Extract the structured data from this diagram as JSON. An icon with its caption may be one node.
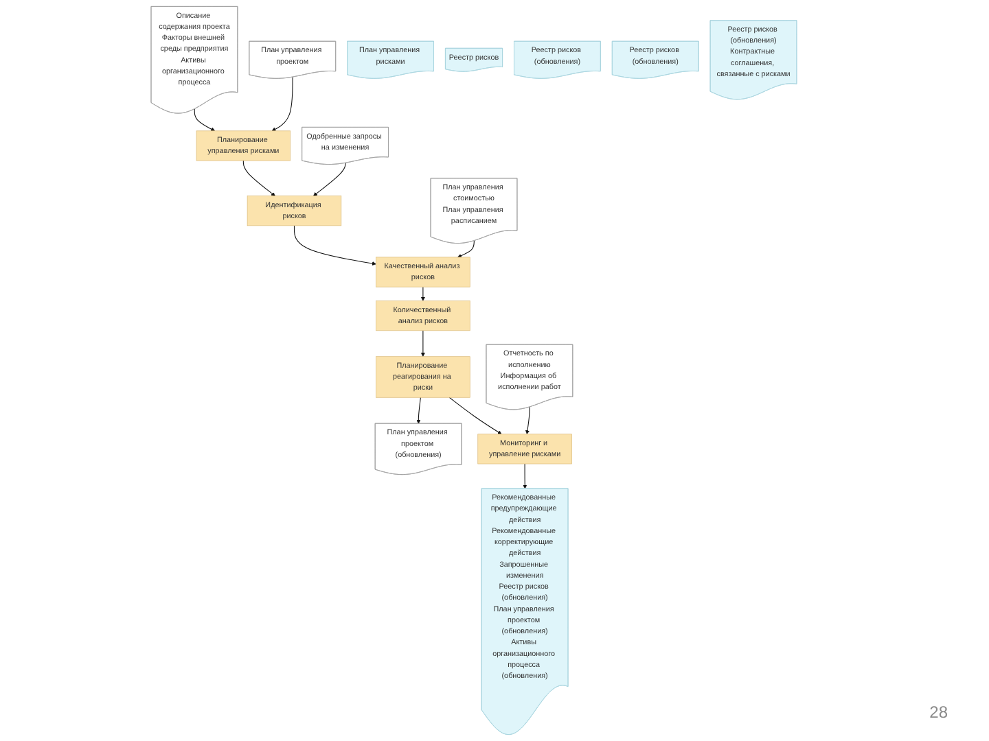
{
  "diagram": {
    "nodes": [
      {
        "text": [
          "Описание содержания проекта",
          "Факторы внешней среды предприятия",
          "Активы организационного процесса"
        ]
      },
      {
        "text": [
          "Планирование управления рисками"
        ]
      },
      {
        "text": [
          "План управления проектом"
        ]
      },
      {
        "text": [
          "План управления рисками"
        ]
      },
      {
        "text": [
          "Идентификация рисков"
        ]
      },
      {
        "text": [
          "Одобренные запросы на изменения"
        ]
      },
      {
        "text": [
          "Реестр рисков"
        ]
      },
      {
        "text": [
          "План управления стоимостью",
          "План управления расписанием"
        ]
      },
      {
        "text": [
          "Качественный анализ рисков"
        ]
      },
      {
        "text": [
          "Реестр рисков (обновления)"
        ]
      },
      {
        "text": [
          "Количественный анализ рисков"
        ]
      },
      {
        "text": [
          "Реестр рисков (обновления)"
        ]
      },
      {
        "text": [
          "Планирование реагирования на риски"
        ]
      },
      {
        "text": [
          "План управления проектом (обновления)"
        ]
      },
      {
        "text": [
          "Реестр рисков (обновления)",
          "Контрактные соглашения, связанные с рисками"
        ]
      },
      {
        "text": [
          "Отчетность по исполнению",
          "Информация об исполнении работ"
        ]
      },
      {
        "text": [
          "Мониторинг и управление рисками"
        ]
      },
      {
        "text": [
          "Рекомендованные предупреждающие действия",
          "Рекомендованные корректирующие действия",
          "Запрошенные изменения",
          "Реестр рисков (обновления)",
          "План управления проектом (обновления)",
          "Активы организационного процесса (обновления)"
        ]
      }
    ],
    "edges": [
      {
        "from": 0,
        "to": 1,
        "arrow": "to"
      },
      {
        "from": 2,
        "to": 1,
        "arrow": "to"
      },
      {
        "from": 1,
        "to": 4,
        "arrow": "to"
      },
      {
        "from": 5,
        "to": 4,
        "arrow": "to"
      },
      {
        "from": 4,
        "to": 8,
        "arrow": "to"
      },
      {
        "from": 7,
        "to": 8,
        "arrow": "to"
      },
      {
        "from": 8,
        "to": 10,
        "arrow": "to"
      },
      {
        "from": 10,
        "to": 12,
        "arrow": "to"
      },
      {
        "from": 12,
        "to": 13,
        "arrow": "to"
      },
      {
        "from": 12,
        "to": 16,
        "arrow": "to"
      },
      {
        "from": 15,
        "to": 16,
        "arrow": "to"
      },
      {
        "from": 16,
        "to": 17,
        "arrow": "to"
      }
    ],
    "labels": [
      "28"
    ]
  }
}
